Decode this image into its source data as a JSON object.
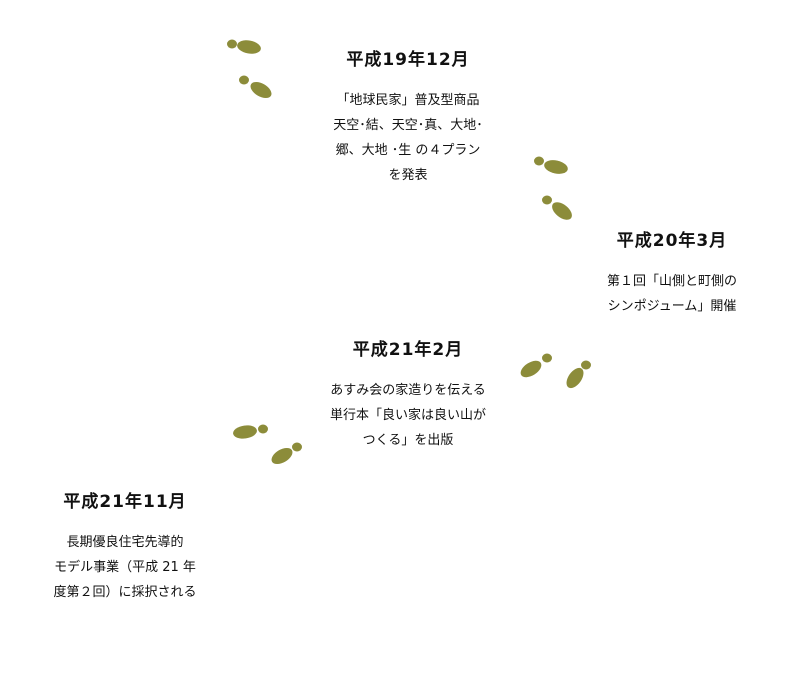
{
  "accent_color": "#8c8c3a",
  "milestones": [
    {
      "date": "平成19年12月",
      "lines": [
        "「地球民家」普及型商品",
        "天空･結、天空･真、大地･",
        "郷、大地 ･生 の４プラン",
        "を発表"
      ]
    },
    {
      "date": "平成20年3月",
      "lines": [
        "第１回「山側と町側の",
        "シンポジューム」開催"
      ]
    },
    {
      "date": "平成21年2月",
      "lines": [
        "あすみ会の家造りを伝える",
        "単行本「良い家は良い山が",
        "つくる」を出版"
      ]
    },
    {
      "date": "平成21年11月",
      "lines": [
        "長期優良住宅先導的",
        "モデル事業（平成 21 年",
        "度第２回）に採択される"
      ]
    }
  ],
  "footprint_icons": [
    "footprint-icon",
    "footprint-icon",
    "footprint-icon",
    "footprint-icon"
  ]
}
